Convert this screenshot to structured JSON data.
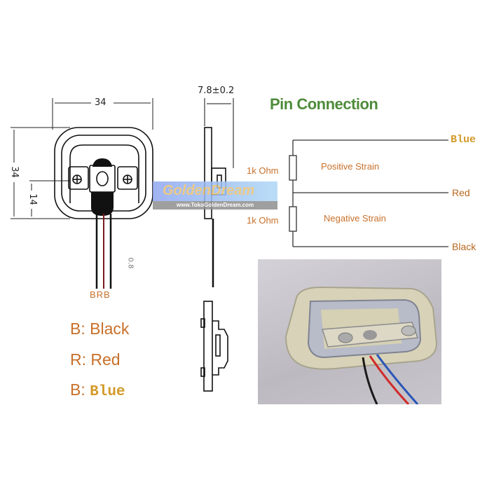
{
  "drawing": {
    "width_dim": "34",
    "height_dim": "34",
    "offset_dim": "14",
    "thickness_dim": "7.8±0.2",
    "wire_dim": "0.8",
    "wire_codes": "BRB"
  },
  "pin_connection": {
    "title": "Pin Connection",
    "resistor_top_label": "1k Ohm",
    "resistor_bottom_label": "1k Ohm",
    "positive_label": "Positive Strain",
    "negative_label": "Negative Strain",
    "wires": [
      {
        "label": "Blue",
        "color": "#d49a2a"
      },
      {
        "label": "Red",
        "color": "#b8681e"
      },
      {
        "label": "Black",
        "color": "#b8681e"
      }
    ]
  },
  "legend": [
    {
      "code": "B:",
      "name": "Black"
    },
    {
      "code": "R:",
      "name": "Red"
    },
    {
      "code": "B:",
      "name": "Blue"
    }
  ],
  "watermark": {
    "brand": "GoldenDream",
    "url": "www.TokoGoldenDream.com"
  },
  "photo": {
    "description": "Load cell sensor photo with black, red and blue wires"
  },
  "colors": {
    "title_green": "#4e8c3a",
    "label_orange": "#c8702a",
    "blue_label": "#d49a2a"
  }
}
